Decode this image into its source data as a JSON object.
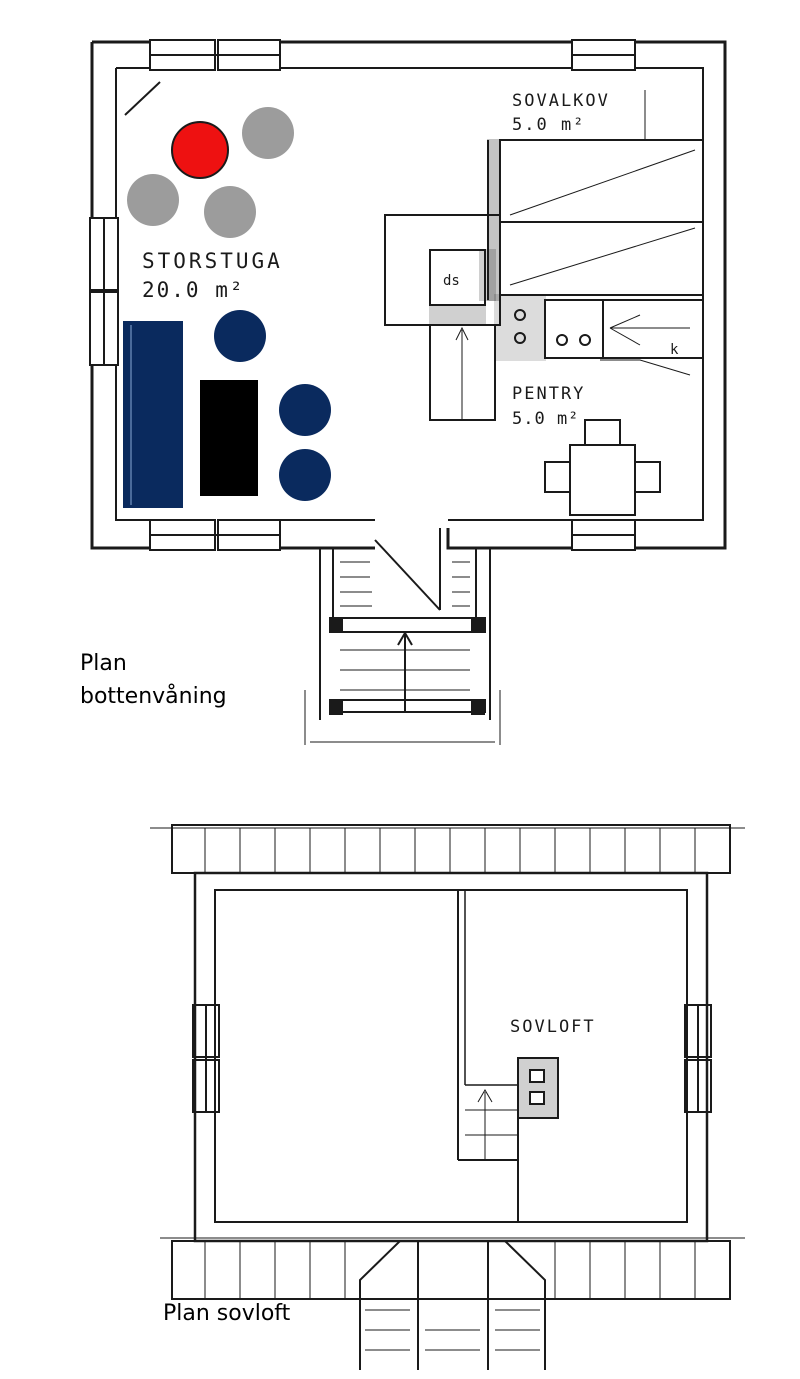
{
  "ground_floor": {
    "caption_line1": "Plan",
    "caption_line2": "bottenvåning",
    "rooms": {
      "storstuga_name": "STORSTUGA",
      "storstuga_area": "20.0 m²",
      "sovalkov_name": "SOVALKOV",
      "sovalkov_area": "5.0 m²",
      "pentry_name": "PENTRY",
      "pentry_area": "5.0 m²"
    },
    "fixture_labels": {
      "stove": "ds",
      "fridge": "k"
    }
  },
  "loft": {
    "caption": "Plan sovloft",
    "room_name": "SOVLOFT"
  },
  "colors": {
    "stool_red": "#ee1111",
    "stool_grey": "#9c9c9c",
    "furniture_navy": "#0a2a5e",
    "table_black": "#000000",
    "line": "#1a1a1a"
  }
}
